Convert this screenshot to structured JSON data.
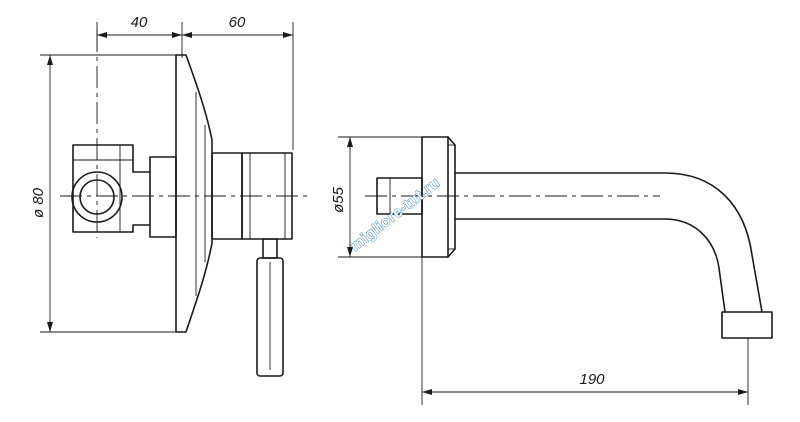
{
  "dimensions": {
    "depth_body": "40",
    "depth_lever": "60",
    "diameter_flange": "ø 80",
    "diameter_spout_flange": "ø55",
    "spout_length": "190"
  },
  "watermark": "migliore-tut.ru"
}
